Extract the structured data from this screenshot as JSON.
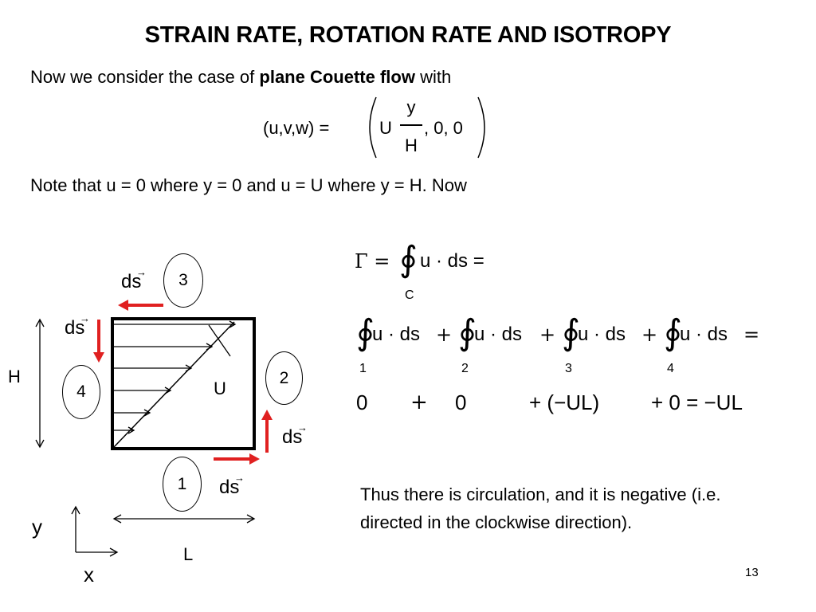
{
  "slide": {
    "title": "STRAIN RATE, ROTATION RATE AND ISOTROPY",
    "intro_prefix": "Now we consider the case of",
    "intro_bold": "plane Couette flow",
    "intro_suffix": "with",
    "velocity_lhs": "(u,v,w) =",
    "velocity_U": "U",
    "velocity_num": "y",
    "velocity_den": "H",
    "velocity_rest": ", 0, 0",
    "note": "Note that u = 0 where y = 0 and u = U where y = H.  Now",
    "page_number": "13"
  },
  "circulation": {
    "gamma_lhs": "Γ =",
    "integrand": "u · ds =",
    "contour_label": "C",
    "segment_term": "u · ds",
    "plus": "+",
    "equals": "=",
    "segment_labels": [
      "1",
      "2",
      "3",
      "4"
    ],
    "values_line": [
      "0",
      "+",
      "0",
      "+ (−UL)",
      "+ 0 = −UL"
    ],
    "conclusion": "Thus there is circulation, and it is negative (i.e. directed in the clockwise direction)."
  },
  "diagram": {
    "segment_numbers": [
      "1",
      "2",
      "3",
      "4"
    ],
    "ds_label": "ds",
    "height_label": "H",
    "length_label": "L",
    "velocity_label": "U",
    "axis_y": "y",
    "axis_x": "x",
    "accent_color": "#e02020"
  }
}
